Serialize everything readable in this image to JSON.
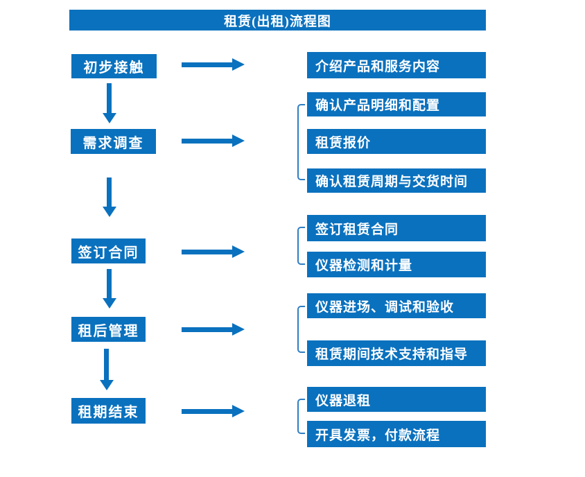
{
  "title": "租赁(出租)流程图",
  "colors": {
    "box_blue": "#0a71be",
    "bracket_blue": "#2f7ec4",
    "text_white": "#ffffff",
    "background": "#ffffff"
  },
  "flow": {
    "stages": [
      {
        "label": "初步接触",
        "outputs": [
          "介绍产品和服务内容"
        ]
      },
      {
        "label": "需求调查",
        "outputs": [
          "确认产品明细和配置",
          "租赁报价",
          "确认租赁周期与交货时间"
        ]
      },
      {
        "label": "签订合同",
        "outputs": [
          "签订租赁合同",
          "仪器检测和计量"
        ]
      },
      {
        "label": "租后管理",
        "outputs": [
          "仪器进场、调试和验收",
          "租赁期间技术支持和指导"
        ]
      },
      {
        "label": "租期结束",
        "outputs": [
          "仪器退租",
          "开具发票，付款流程"
        ]
      }
    ]
  }
}
